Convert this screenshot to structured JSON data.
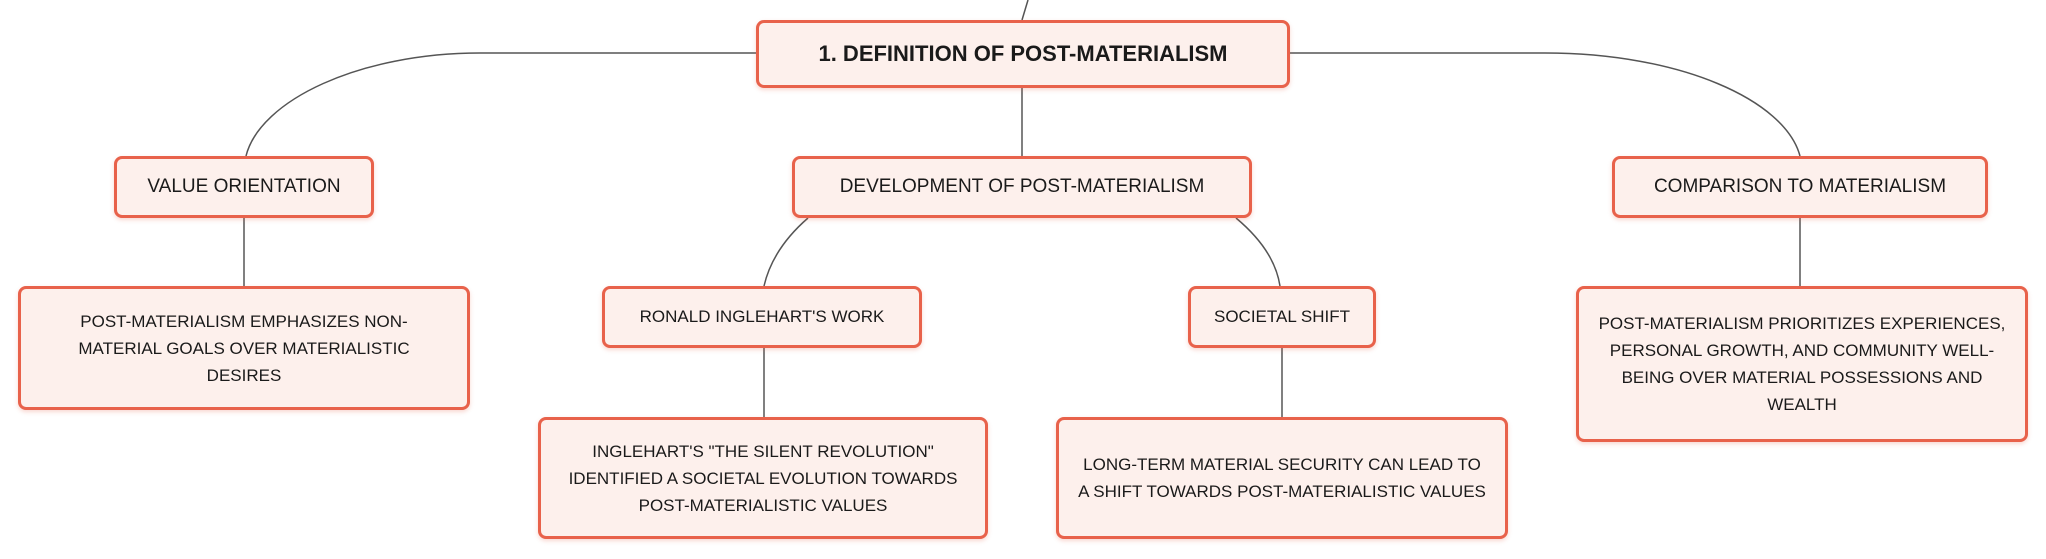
{
  "diagram": {
    "root": {
      "label": "1. DEFINITION OF POST-MATERIALISM"
    },
    "value_orientation": {
      "label": "VALUE ORIENTATION",
      "detail": "POST-MATERIALISM EMPHASIZES NON-MATERIAL GOALS OVER MATERIALISTIC DESIRES"
    },
    "development": {
      "label": "DEVELOPMENT OF POST-MATERIALISM",
      "inglehart": {
        "label": "RONALD INGLEHART'S WORK",
        "detail": "INGLEHART'S \"THE SILENT REVOLUTION\" IDENTIFIED A SOCIETAL EVOLUTION TOWARDS POST-MATERIALISTIC VALUES"
      },
      "societal_shift": {
        "label": "SOCIETAL SHIFT",
        "detail": "LONG-TERM MATERIAL SECURITY CAN LEAD TO A SHIFT TOWARDS POST-MATERIALISTIC VALUES"
      }
    },
    "comparison": {
      "label": "COMPARISON TO MATERIALISM",
      "detail": "POST-MATERIALISM PRIORITIZES EXPERIENCES, PERSONAL GROWTH, AND COMMUNITY WELL-BEING OVER MATERIAL POSSESSIONS AND WEALTH"
    }
  },
  "colors": {
    "node_border": "#e8624b",
    "node_fill": "#fdf0ec",
    "connector": "#555555"
  }
}
